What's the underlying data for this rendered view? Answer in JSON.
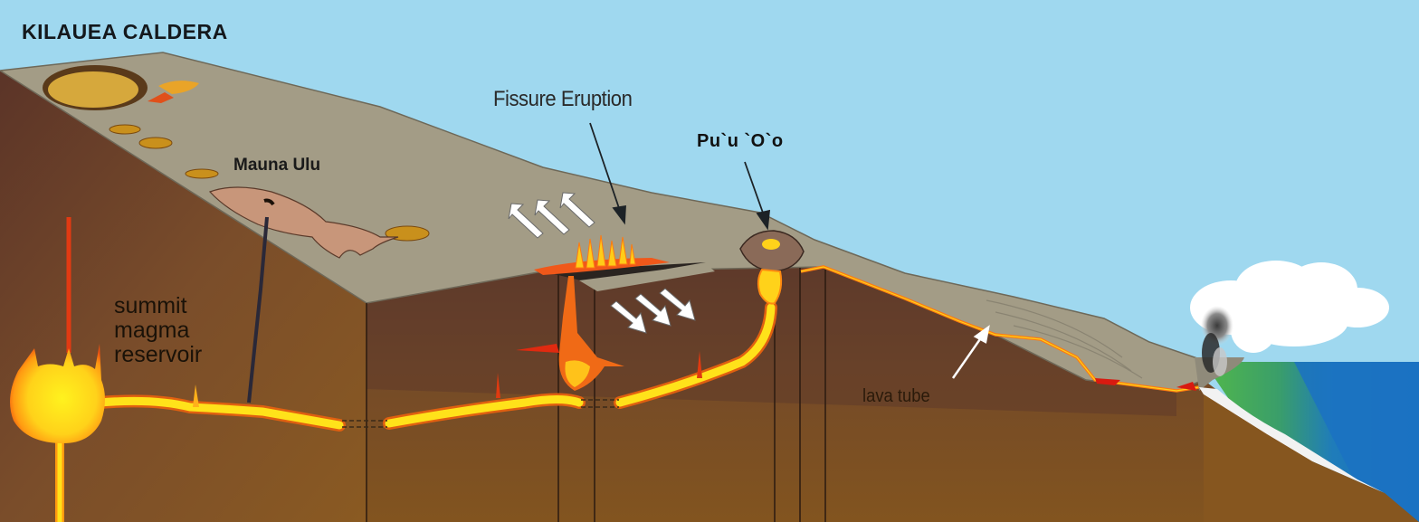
{
  "diagram": {
    "title": "KILAUEA CALDERA",
    "labels": {
      "mauna_ulu": "Mauna Ulu",
      "fissure_eruption": "Fissure Eruption",
      "puu_oo": "Pu`u `O`o",
      "summit_line1": "summit",
      "summit_line2": "magma",
      "summit_line3": "reservoir",
      "lava_tube": "lava tube"
    },
    "features": [
      "summit-crater",
      "pit-craters",
      "mauna-ulu-flow",
      "fissure-eruption",
      "puu-oo-cone",
      "magma-conduit",
      "lava-tube",
      "ocean-entry-plume",
      "ocean"
    ],
    "colors": {
      "sky": "#9fd8ef",
      "surface": "#a39c86",
      "crust_dark": "#5e3a2a",
      "crust_mid": "#7a4f2c",
      "crust_deep": "#8a5a24",
      "magma_yellow": "#ffe21a",
      "magma_orange": "#ff8a10",
      "magma_red": "#e02010",
      "ocean": "#1d76c0",
      "ocean_green": "#4cb84a",
      "cloud": "#ffffff"
    }
  }
}
